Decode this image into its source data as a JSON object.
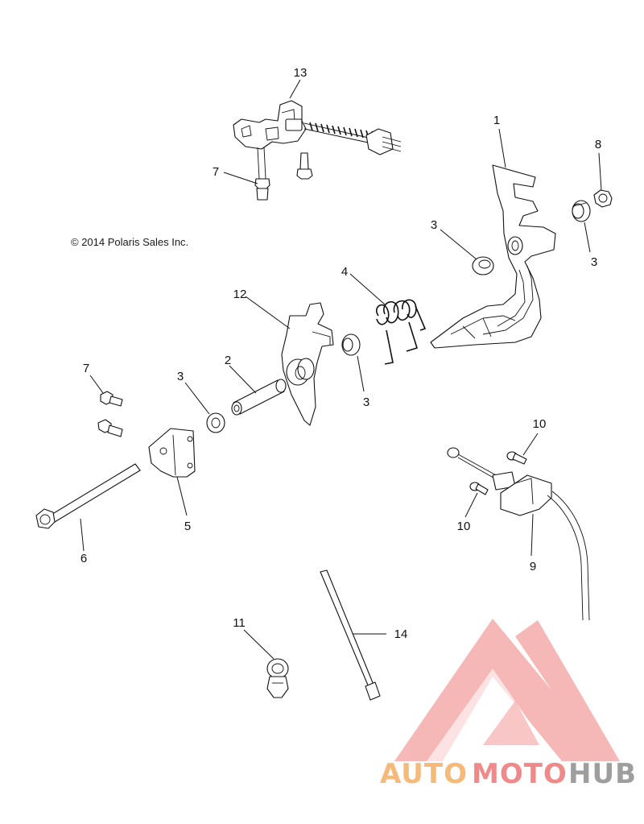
{
  "copyright": "© 2014 Polaris Sales Inc.",
  "callouts": {
    "c1": "1",
    "c2": "2",
    "c3a": "3",
    "c3b": "3",
    "c3c": "3",
    "c3d": "3",
    "c4": "4",
    "c5": "5",
    "c6": "6",
    "c7a": "7",
    "c7b": "7",
    "c8": "8",
    "c9": "9",
    "c10a": "10",
    "c10b": "10",
    "c11": "11",
    "c12": "12",
    "c13": "13",
    "c14": "14"
  },
  "watermark": {
    "auto": "AUTO",
    "moto": "MOTO",
    "hub": "HUB",
    "colors": {
      "orange": "#f5b97a",
      "red": "#f08a8a",
      "gray": "#9e9e9e",
      "triangle": "#f4a0a0"
    }
  }
}
